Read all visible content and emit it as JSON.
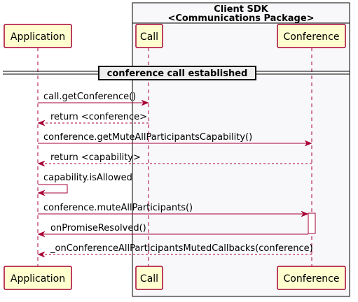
{
  "diagram": {
    "group": {
      "title_line1": "Client SDK",
      "title_line2": "<Communications Package>"
    },
    "participants": [
      {
        "id": "application",
        "label": "Application"
      },
      {
        "id": "call",
        "label": "Call"
      },
      {
        "id": "conference",
        "label": "Conference"
      }
    ],
    "divider": {
      "label": "conference call established"
    },
    "messages": [
      {
        "from": "application",
        "to": "call",
        "label": "call.getConference()",
        "style": "solid"
      },
      {
        "from": "call",
        "to": "application",
        "label": "return <conference>",
        "style": "dashed"
      },
      {
        "from": "application",
        "to": "conference",
        "label": "conference.getMuteAllParticipantsCapability()",
        "style": "solid"
      },
      {
        "from": "conference",
        "to": "application",
        "label": "return <capability>",
        "style": "dashed"
      },
      {
        "from": "application",
        "to": "application",
        "label": "capability.isAllowed",
        "style": "self"
      },
      {
        "from": "application",
        "to": "conference",
        "label": "conference.muteAllParticipants()",
        "style": "solid"
      },
      {
        "from": "conference",
        "to": "application",
        "label": "onPromiseResolved()",
        "style": "solid"
      },
      {
        "from": "conference",
        "to": "application",
        "label": "_onConferenceAllParticipantsMutedCallbacks(conference)",
        "style": "dashed"
      }
    ],
    "colors": {
      "participant_fill": "#FEFECE",
      "participant_border": "#A80036",
      "arrow": "#A80036",
      "group_fill": "#F8F8FA",
      "group_border": "#000000",
      "divider_fill": "#EEEEEE"
    }
  }
}
